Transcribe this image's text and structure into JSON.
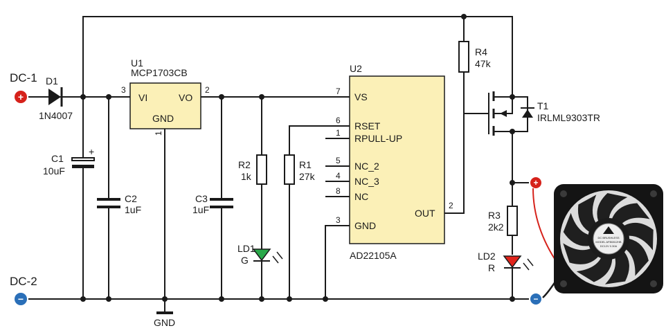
{
  "terminals": {
    "dc1": {
      "label": "DC-1",
      "sign": "+"
    },
    "dc2": {
      "label": "DC-2",
      "sign": "−"
    },
    "fan_plus": {
      "sign": "+"
    },
    "fan_minus": {
      "sign": "−"
    }
  },
  "d1": {
    "ref": "D1",
    "value": "1N4007"
  },
  "u1": {
    "ref": "U1",
    "part": "MCP1703CB",
    "pin_vi": "VI",
    "pin_vo": "VO",
    "pin_gnd": "GND",
    "pin3": "3",
    "pin2": "2",
    "pin1": "1"
  },
  "c1": {
    "ref": "C1",
    "value": "10uF",
    "polarity": "+"
  },
  "c2": {
    "ref": "C2",
    "value": "1uF"
  },
  "c3": {
    "ref": "C3",
    "value": "1uF"
  },
  "r1": {
    "ref": "R1",
    "value": "27k"
  },
  "r2": {
    "ref": "R2",
    "value": "1k"
  },
  "r3": {
    "ref": "R3",
    "value": "2k2"
  },
  "r4": {
    "ref": "R4",
    "value": "47k"
  },
  "ld1": {
    "ref": "LD1",
    "color": "G"
  },
  "ld2": {
    "ref": "LD2",
    "color": "R"
  },
  "t1": {
    "ref": "T1",
    "part": "IRLML9303TR"
  },
  "gnd": {
    "label": "GND"
  },
  "u2": {
    "ref": "U2",
    "part": "AD22105A",
    "pins": [
      {
        "num": "7",
        "name": "VS"
      },
      {
        "num": "6",
        "name": "RSET"
      },
      {
        "num": "1",
        "name": "RPULL-UP"
      },
      {
        "num": "5",
        "name": "NC_2"
      },
      {
        "num": "4",
        "name": "NC_3"
      },
      {
        "num": "8",
        "name": "NC"
      },
      {
        "num": "3",
        "name": "GND"
      }
    ],
    "out_pin": {
      "num": "2",
      "name": "OUT"
    }
  },
  "fan": {
    "label_brand": "DC BRUSHLESS",
    "label_model": "MODEL AFB0812HB",
    "label_rating": "DC12V 0.30A"
  },
  "colors": {
    "led_green": "#2aa84a",
    "led_red": "#e0241b",
    "terminal_red": "#d6221b",
    "terminal_blue": "#2a6fb8",
    "chip_fill": "#fbf0b7"
  }
}
